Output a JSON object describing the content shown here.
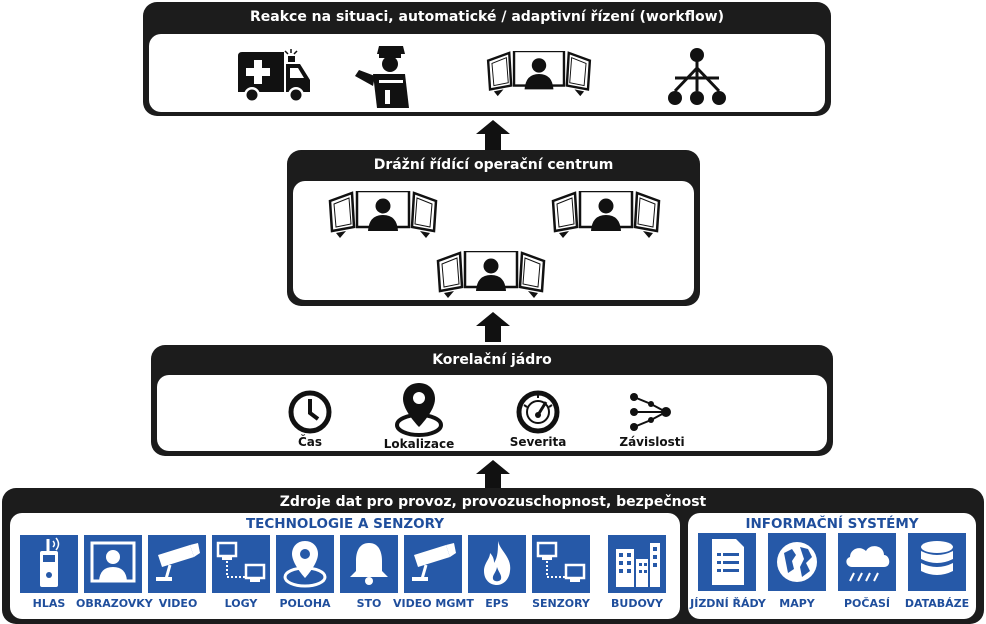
{
  "top_panel": {
    "title": "Reakce na situaci, automatické / adaptivní řízení (workflow)",
    "icons": [
      "ambulance-icon",
      "police-officer-icon",
      "operator-workstation-icon",
      "workflow-hierarchy-icon"
    ]
  },
  "control_center": {
    "title": "Drážní řídící operační centrum",
    "icons": [
      "operator-workstation-icon",
      "operator-workstation-icon",
      "operator-workstation-icon"
    ]
  },
  "correlation": {
    "title": "Korelační jádro",
    "items": [
      {
        "label": "Čas",
        "icon": "clock-icon"
      },
      {
        "label": "Lokalizace",
        "icon": "location-pin-icon"
      },
      {
        "label": "Severita",
        "icon": "gauge-icon"
      },
      {
        "label": "Závislosti",
        "icon": "dependency-icon"
      }
    ]
  },
  "sources": {
    "title": "Zdroje dat pro provoz, provozuschopnost, bezpečnost",
    "tech": {
      "title": "TECHNOLOGIE  A SENZORY",
      "items": [
        {
          "label": "HLAS",
          "icon": "radio-icon"
        },
        {
          "label": "OBRAZOVKY",
          "icon": "monitor-person-icon"
        },
        {
          "label": "VIDEO",
          "icon": "cctv-camera-icon"
        },
        {
          "label": "LOGY",
          "icon": "network-computers-icon"
        },
        {
          "label": "POLOHA",
          "icon": "location-pin-icon"
        },
        {
          "label": "STO",
          "icon": "bell-icon"
        },
        {
          "label": "VIDEO MGMT",
          "icon": "cctv-camera-icon"
        },
        {
          "label": "EPS",
          "icon": "flame-icon"
        },
        {
          "label": "SENZORY",
          "icon": "network-computers-icon"
        },
        {
          "label": "BUDOVY",
          "icon": "buildings-icon"
        }
      ]
    },
    "info": {
      "title": "INFORMAČNÍ SYSTÉMY",
      "items": [
        {
          "label": "JÍZDNÍ ŘÁDY",
          "icon": "document-list-icon"
        },
        {
          "label": "MAPY",
          "icon": "globe-icon"
        },
        {
          "label": "POČASÍ",
          "icon": "rain-cloud-icon"
        },
        {
          "label": "DATABÁZE",
          "icon": "database-icon"
        }
      ]
    }
  },
  "colors": {
    "panel": "#1c1c1c",
    "accent": "#2659a8",
    "accent_text": "#1f4e9c"
  }
}
